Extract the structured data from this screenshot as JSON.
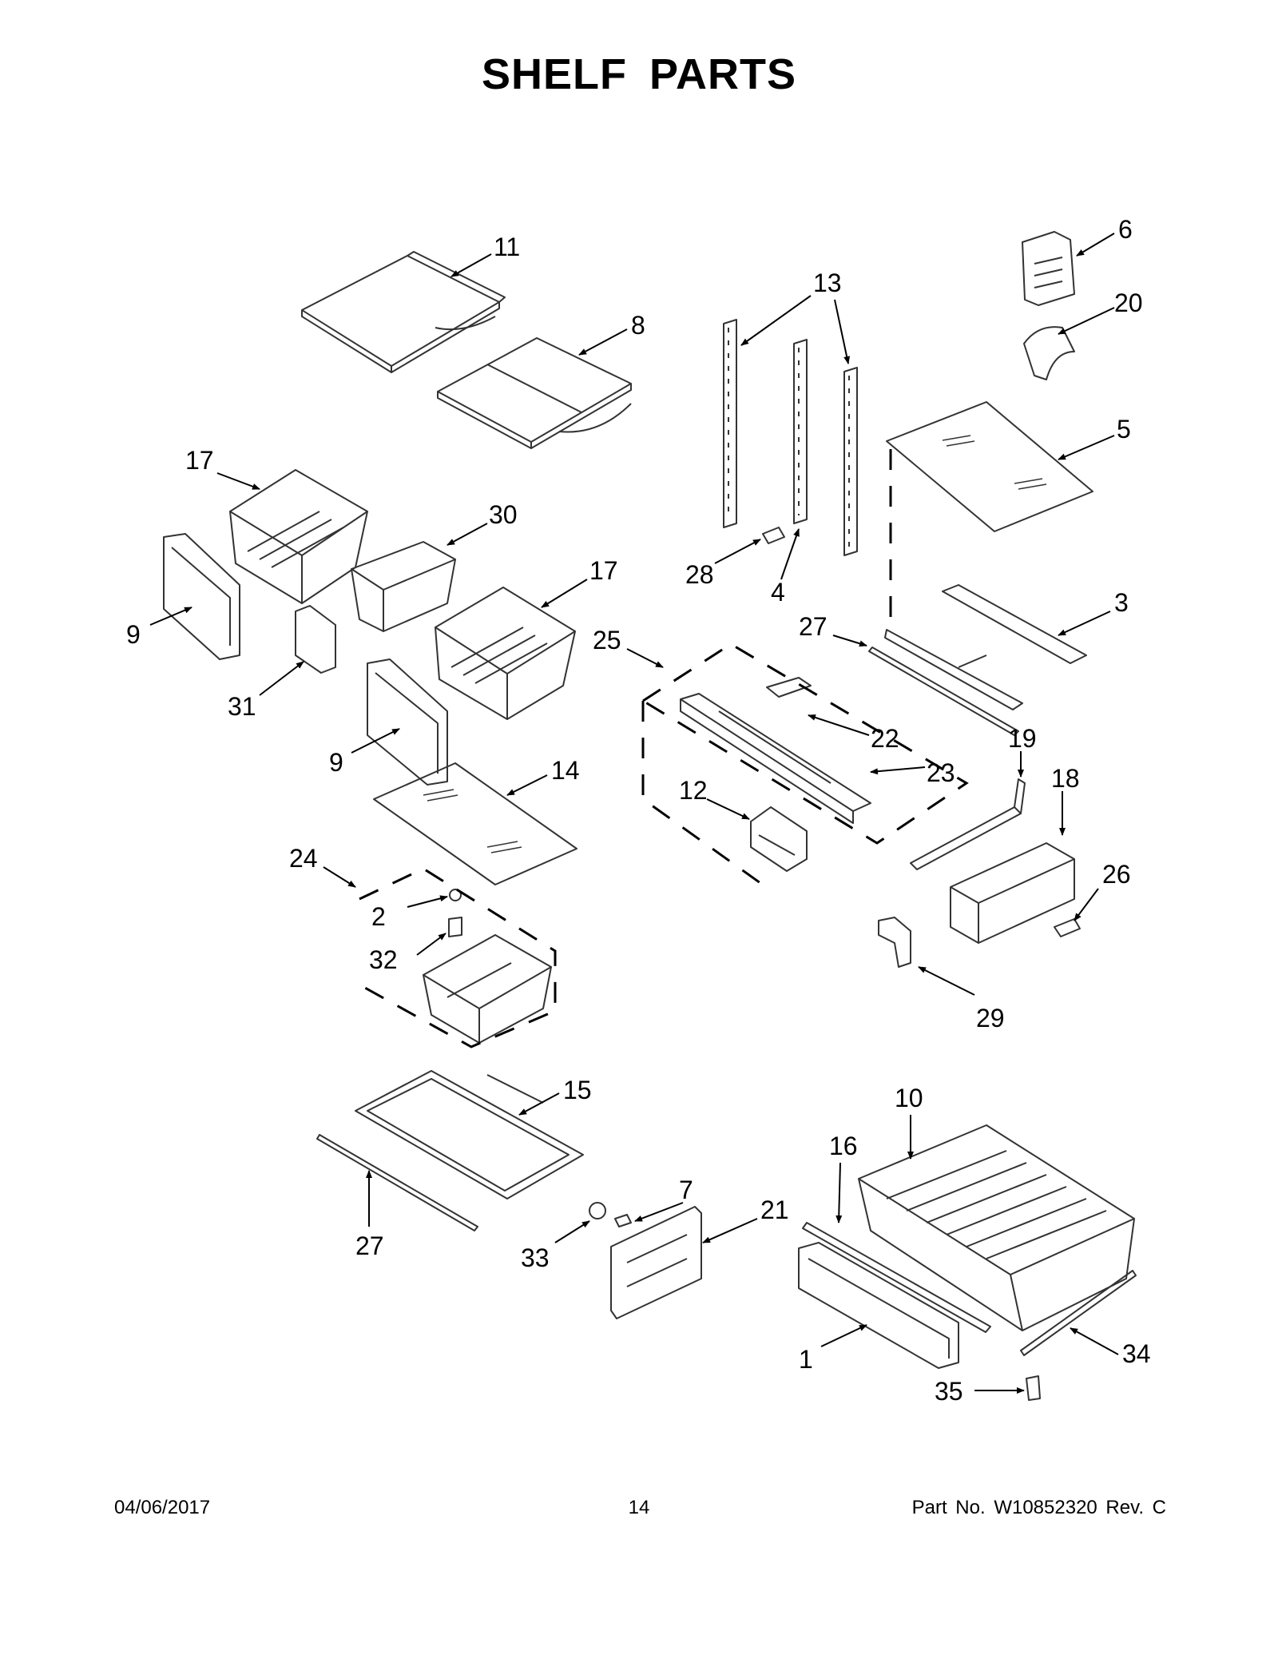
{
  "title": "SHELF PARTS",
  "callouts": [
    "11",
    "8",
    "13",
    "6",
    "20",
    "5",
    "17",
    "30",
    "17",
    "9",
    "31",
    "9",
    "28",
    "4",
    "25",
    "27",
    "3",
    "22",
    "23",
    "12",
    "19",
    "18",
    "14",
    "24",
    "2",
    "32",
    "26",
    "29",
    "15",
    "10",
    "16",
    "7",
    "21",
    "27",
    "33",
    "1",
    "34",
    "35"
  ],
  "footer": {
    "date": "04/06/2017",
    "page": "14",
    "part": "Part No.  W10852320  Rev.  C"
  }
}
